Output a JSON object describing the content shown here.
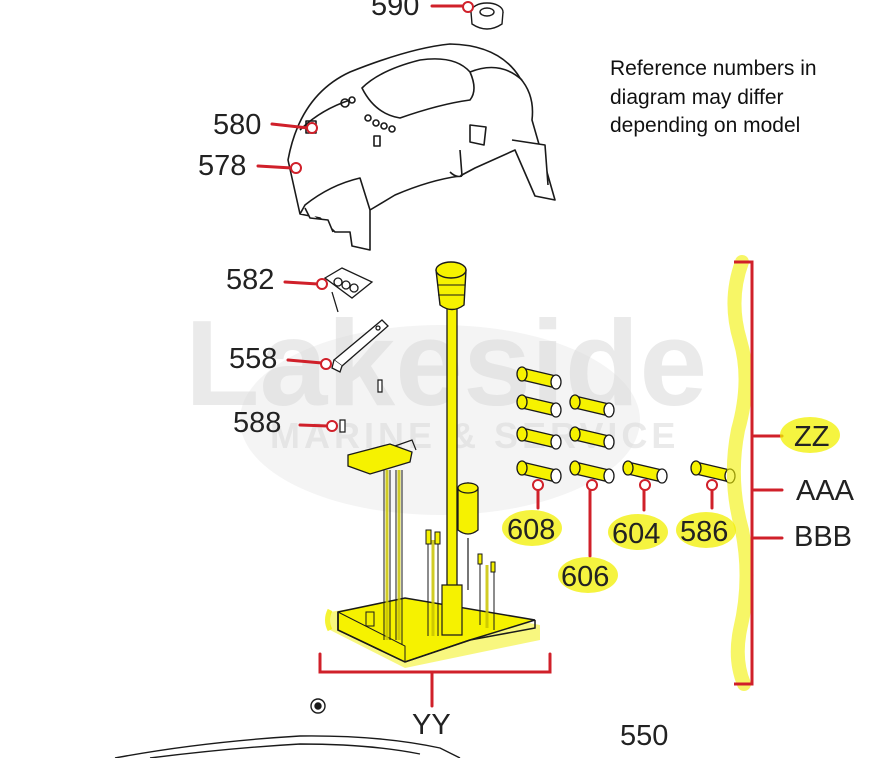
{
  "note": {
    "lines": [
      "Reference numbers in",
      "diagram may differ",
      "depending on model"
    ]
  },
  "watermark": {
    "name": "Lakeside",
    "tagline": "MARINE & SERVICE"
  },
  "callouts": {
    "p590": "590",
    "p580": "580",
    "p578": "578",
    "p582": "582",
    "p558": "558",
    "p588": "588",
    "p608": "608",
    "p606": "606",
    "p604": "604",
    "p586": "586",
    "zz": "ZZ",
    "aaa": "AAA",
    "bbb": "BBB",
    "yy": "YY",
    "p550": "550"
  },
  "colors": {
    "leader": "#d0202a",
    "highlight": "#f2f000",
    "outline": "#1a1a1a"
  }
}
